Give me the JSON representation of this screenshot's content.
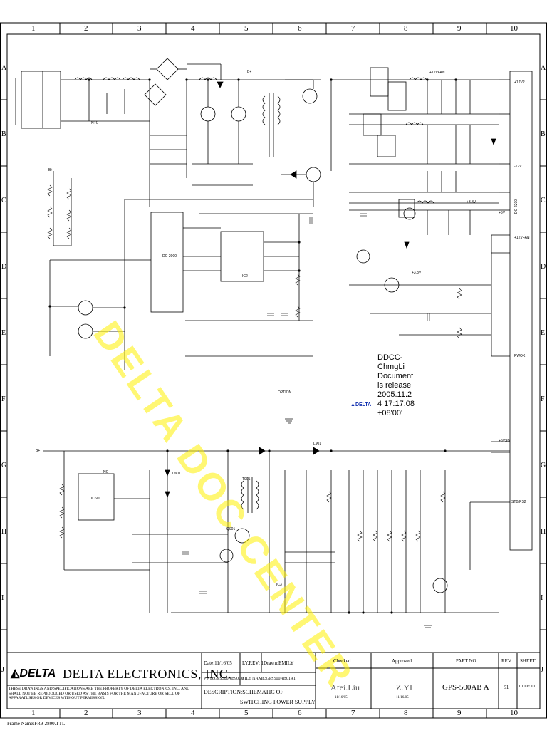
{
  "grid": {
    "columns": [
      "1",
      "2",
      "3",
      "4",
      "5",
      "6",
      "7",
      "8",
      "9",
      "10"
    ],
    "rows": [
      "A",
      "B",
      "C",
      "D",
      "E",
      "F",
      "G",
      "H",
      "I",
      "J"
    ]
  },
  "labels": {
    "bplus": "B+",
    "option": "OPTION",
    "ic2": "IC2",
    "dc2": "DC-2000",
    "dc2200": "DC-2200",
    "plus12vfan": "+12VFAN",
    "plus3v3": "+3.3V",
    "plus5v": "+5V",
    "plus5vsb": "+5VSB",
    "stpon": "STB/PS2",
    "nc": "NC",
    "ic601": "IC601",
    "ic3": "IC3",
    "ntc": "NTC",
    "d901": "D901",
    "q901": "Q901",
    "t901": "T901",
    "l901": "L901",
    "plus12v2": "+12V2",
    "minus12v": "-12V",
    "pwok": "PWOK"
  },
  "stamp": {
    "line1": "DDCC-",
    "line2": "ChmgLi",
    "line3": "Document",
    "line4": "is release",
    "line5": "2005.11.2",
    "line6": "4 17:17:08",
    "line7": "+08'00'",
    "logo_text": "DELTA"
  },
  "watermark": "DELTA DOC CENTER",
  "title_block": {
    "logo": "DELTA",
    "company": "DELTA ELECTRONICS, INC.",
    "disclaimer": "THESE DRAWINGS AND SPECIFICATIONS ARE THE PROPERTY OF DELTA ELECTRONICS, INC. AND SHALL NOT BE REPRODUCED OR USED AS THE BASIS FOR THE MANUFACTURE OR SELL OF APPARATUSES OR DEVICES WITHOUT PERMISSION.",
    "date_label": "Date:",
    "date_value": "11/16/05",
    "lyrev_label": "LY.REV:",
    "lyrev_value": "1",
    "drawn_label": "Drawn:",
    "drawn_value": "EMILY",
    "pwb_label": "PWB:",
    "pwb_value": "GPS500AB90C0",
    "filename_label": "FILE NAME:",
    "filename_value": "GPS500AB01R1",
    "description_label": "DESCRIPTION:",
    "description_value1": "SCHEMATIC OF",
    "description_value2": "SWITCHING POWER SUPPLY",
    "checked_label": "Checked",
    "checked_name": "Afei.Liu",
    "checked_date": "11/16/05",
    "approved_label": "Approved",
    "approved_name": "Z.YI",
    "approved_date": "11/16/05",
    "partno_label": "PART NO.",
    "partno_value": "GPS-500AB A",
    "rev_label": "REV.",
    "rev_value": "S1",
    "sheet_label": "SHEET",
    "sheet_value": "01 OF 01"
  },
  "footer": "Frame Name:FR9-2800.TTL"
}
